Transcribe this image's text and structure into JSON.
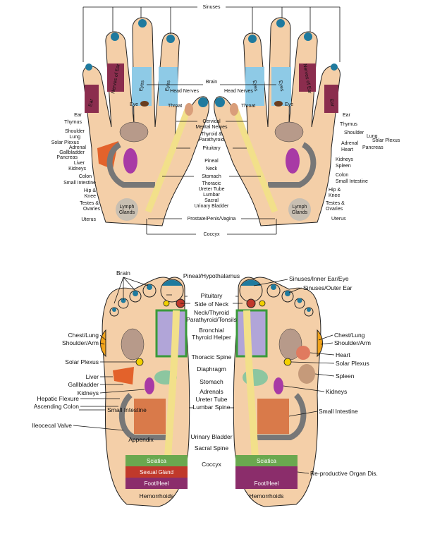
{
  "hands": {
    "top_label": "Sinuses",
    "center_labels": [
      "Brain",
      "Head Nerves",
      "Head Nerves",
      "Cervical",
      "Mental Nerves",
      "Thyroid &",
      "Parathyroid",
      "Pituitary",
      "Pineal",
      "Neck",
      "Stomach",
      "Thoracic",
      "Ureter Tube",
      "Lumbar",
      "Sacral",
      "Urinary Bladder",
      "Prostate/Penis/Vagina",
      "Coccyx"
    ],
    "left_labels": [
      "Ear",
      "Thymus",
      "Shoulder",
      "Lung",
      "Solar Plexus",
      "Adrenal",
      "Gallbladder",
      "Pancreas",
      "Liver",
      "Kidneys",
      "Colon",
      "Small Intestine",
      "Hip &",
      "Knee",
      "Testes &",
      "Ovaries",
      "Uterus"
    ],
    "right_labels": [
      "Ear",
      "Thymus",
      "Shoulder",
      "Lung",
      "Solar Plexus",
      "Adrenal",
      "Pancreas",
      "Heart",
      "Kidneys",
      "Spleen",
      "Colon",
      "Small Intestine",
      "Hip &",
      "Knee",
      "Testes &",
      "Ovaries",
      "Uterus"
    ],
    "finger_labels": [
      "Ear",
      "Nerves of Ear",
      "Eyes",
      "Eyes"
    ],
    "eye_label": "Eye",
    "throat_label": "Throat",
    "lymph_label_1": "Lymph",
    "lymph_label_2": "Glands"
  },
  "feet": {
    "left_labels": [
      "Brain",
      "Chest/Lung",
      "Shoulder/Arm",
      "Solar Plexus",
      "Liver",
      "Gallbladder",
      "Kidneys",
      "Hepatic Flexure",
      "Ascending Colon",
      "Ileocecal Valve",
      "Appendix"
    ],
    "center_labels": [
      "Pineal/Hypothalamus",
      "Pituitary",
      "Side of Neck",
      "Neck/Thyroid",
      "Parathyroid/Tonsils",
      "Bronchial",
      "Thyroid Helper",
      "Thoracic Spine",
      "Diaphragm",
      "Stomach",
      "Adrenals",
      "Ureter Tube",
      "Lumbar Spine",
      "Small Intestine",
      "Urinary Bladder",
      "Sacral Spine",
      "Coccyx"
    ],
    "right_labels": [
      "Sinuses/Inner Ear/Eye",
      "Sinuses/Outer Ear",
      "Chest/Lung",
      "Shoulder/Arm",
      "Heart",
      "Solar Plexus",
      "Spleen",
      "Kidneys",
      "Small Intestine",
      "Re-productive Organ Dis."
    ],
    "bands": [
      "Sciatica",
      "Sexual Gland",
      "Foot/Heel",
      "Hemorrhoids"
    ]
  },
  "colors": {
    "skin": "#f4cfa8",
    "spine": "#f2e08a",
    "ear_zone": "#8b2d4e",
    "eye_zone": "#8ecae6",
    "sciatica": "#6aa84f",
    "sexual_gland": "#c0392b",
    "heel": "#8b2d6b",
    "finger_tip": "#1f7a9e"
  }
}
